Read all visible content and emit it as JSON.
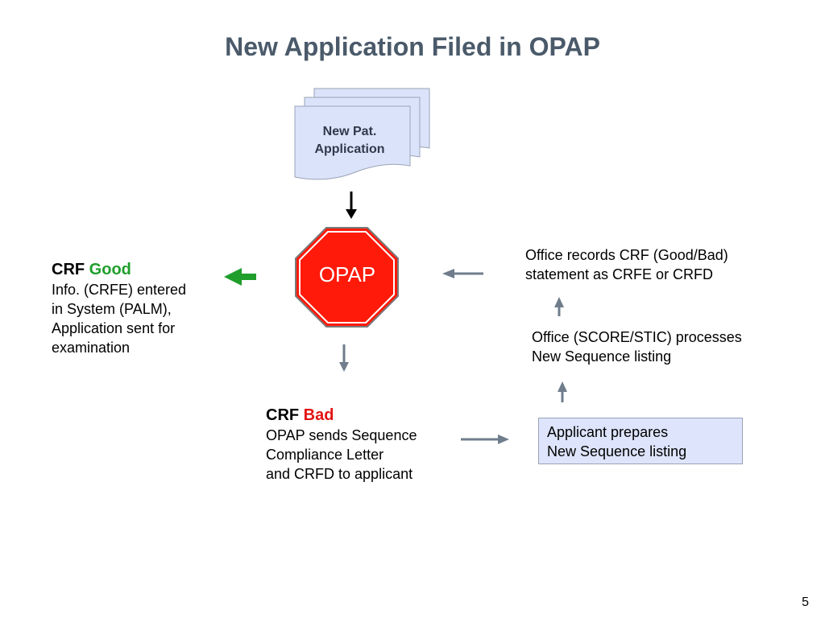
{
  "title": "New Application Filed in OPAP",
  "doc_stack": {
    "line1": "New  Pat.",
    "line2": "Application"
  },
  "opap_sign": "OPAP",
  "crf_good": {
    "prefix": "CRF",
    "status": "Good",
    "lines": [
      "Info. (CRFE) entered",
      "in System (PALM),",
      "Application sent for",
      "examination"
    ]
  },
  "crf_bad": {
    "prefix": "CRF",
    "status": "Bad",
    "lines": [
      "OPAP sends Sequence",
      "Compliance Letter",
      "and CRFD to applicant"
    ]
  },
  "office_records": {
    "line1": "Office records CRF (Good/Bad)",
    "line2": "statement as CRFE or CRFD"
  },
  "office_score": {
    "line1": "Office (SCORE/STIC) processes",
    "line2": "New Sequence listing"
  },
  "applicant_box": {
    "line1": "Applicant prepares",
    "line2": "New Sequence listing"
  },
  "page_number": "5",
  "colors": {
    "title": "#4a5a6a",
    "good": "#1f9e2c",
    "bad": "#e31313",
    "stop": "#ff1a0a",
    "arrow": "#6f7d8c"
  }
}
